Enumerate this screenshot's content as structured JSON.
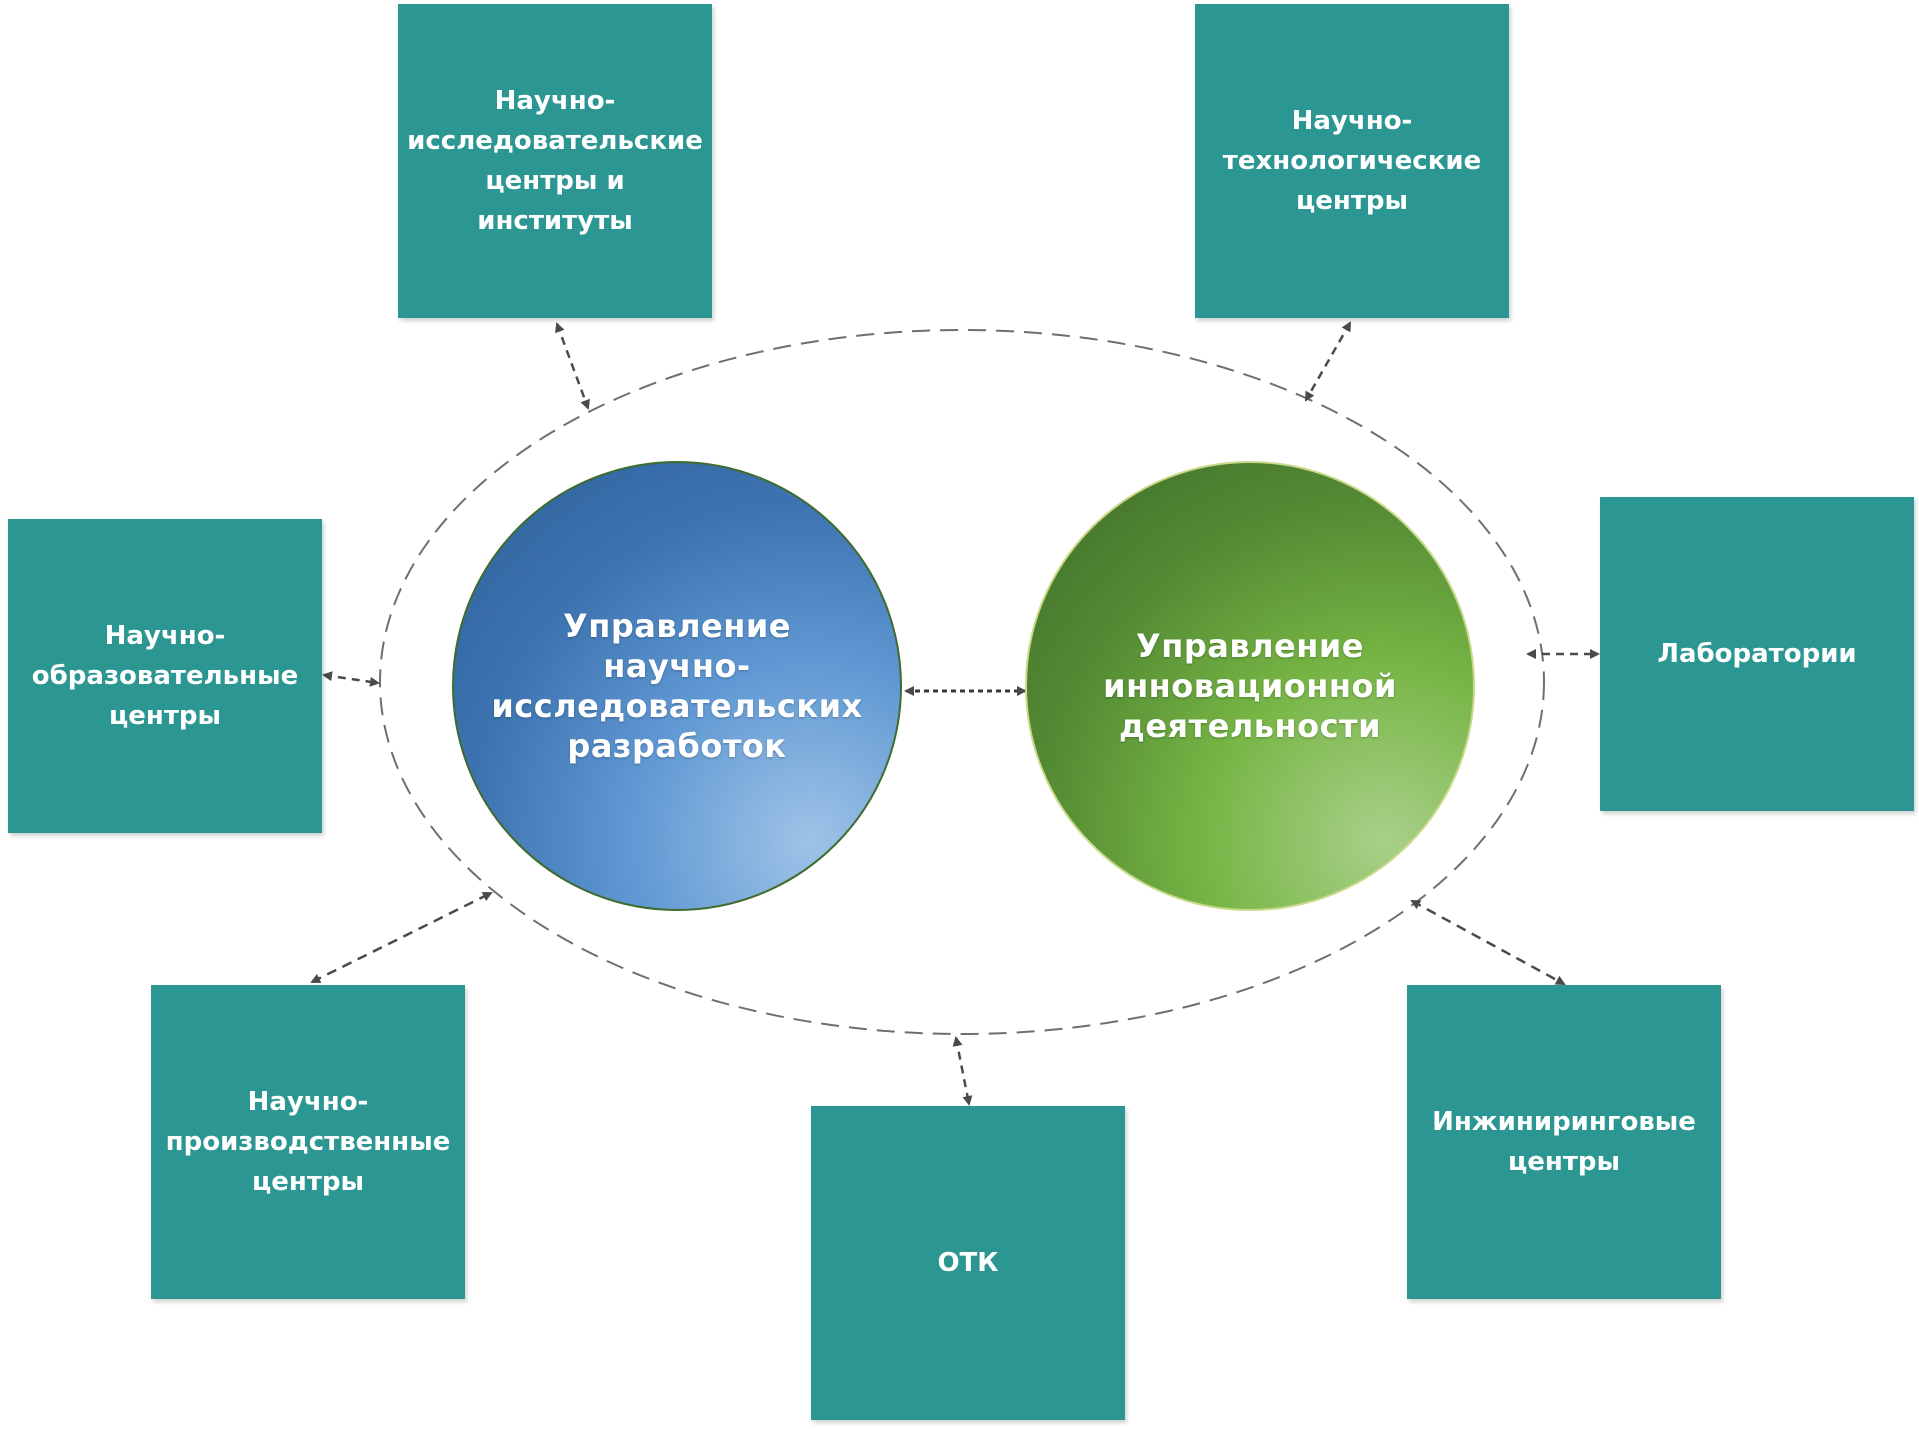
{
  "colors": {
    "box_fill": "#2c9693",
    "hub_left_start": "#2b5f98",
    "hub_left_end": "#9fc3e7",
    "hub_right_start": "#3f6a27",
    "hub_right_end": "#a9d08a",
    "dashed_line": "#6f6f6f",
    "arrow": "#4a4a4a"
  },
  "hubs": {
    "left": {
      "label": "Управление\nнаучно-\nисследовательских\nразработок"
    },
    "right": {
      "label": "Управление\nинновационной\nдеятельности"
    }
  },
  "nodes": {
    "research_institutes": {
      "label": "Научно-\nисследовательские\nцентры и институты"
    },
    "tech_centers": {
      "label": "Научно-\nтехнологические\nцентры"
    },
    "edu_centers": {
      "label": "Научно-\nобразовательные\nцентры"
    },
    "laboratories": {
      "label": "Лаборатории"
    },
    "production_centers": {
      "label": "Научно-\nпроизводственные\nцентры"
    },
    "otk": {
      "label": "ОТК"
    },
    "engineering_centers": {
      "label": "Инжиниринговые\nцентры"
    }
  }
}
